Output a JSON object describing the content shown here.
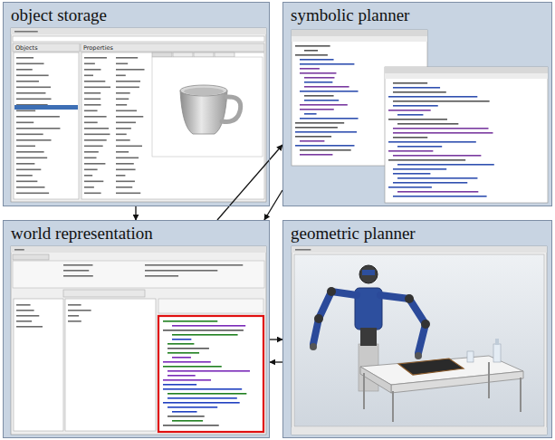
{
  "diagram": {
    "nodes": [
      {
        "text": [
          "object storage"
        ]
      },
      {
        "text": [
          "symbolic planner"
        ]
      },
      {
        "text": [
          "world representation"
        ]
      },
      {
        "text": [
          "geometric planner"
        ]
      }
    ],
    "edges": [
      {
        "from": 0,
        "to": 2,
        "arrow": "to"
      },
      {
        "from": 2,
        "to": 1,
        "arrow": "to"
      },
      {
        "from": 1,
        "to": 2,
        "arrow": "to"
      },
      {
        "from": 2,
        "to": 3,
        "arrow": "to"
      },
      {
        "from": 3,
        "to": 2,
        "arrow": "to"
      }
    ],
    "labels": [
      "Objects",
      "Properties"
    ]
  }
}
